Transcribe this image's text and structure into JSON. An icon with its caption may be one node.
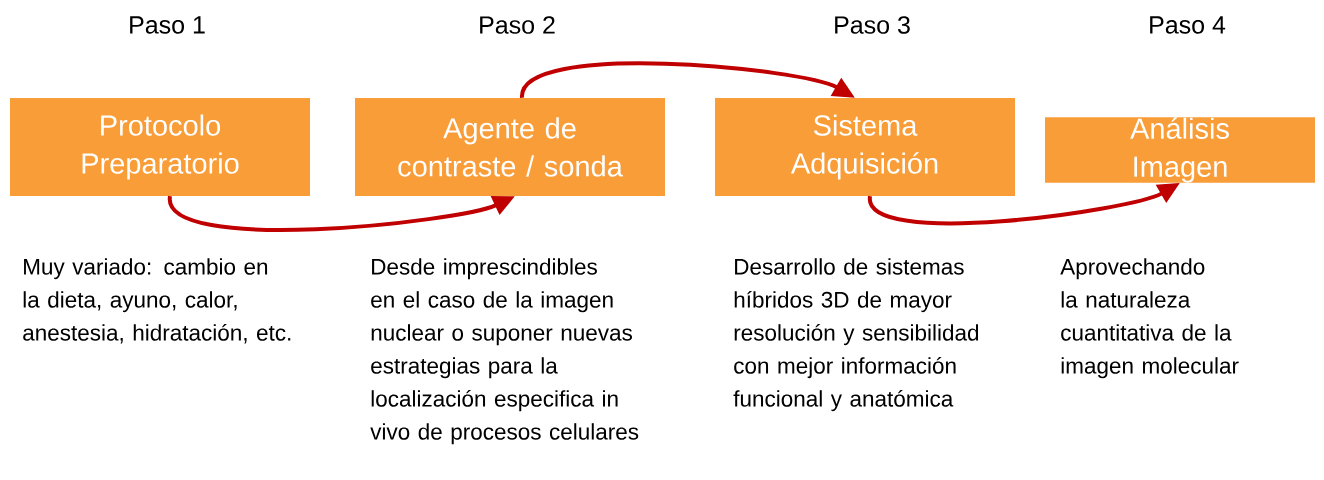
{
  "diagram": {
    "nodes": [
      {
        "text": [
          "Paso 1",
          "Protocolo Preparatorio"
        ],
        "beside": [
          "Muy variado: cambio en la dieta, ayuno, calor, anestesia, hidratación, etc."
        ]
      },
      {
        "text": [
          "Paso 2",
          "Agente de contraste / sonda"
        ],
        "beside": [
          "Desde imprescindibles en el caso de la imagen nuclear o suponer nuevas estrategias para la localización especifica in vivo de procesos celulares"
        ]
      },
      {
        "text": [
          "Paso 3",
          "Sistema Adquisición"
        ],
        "beside": [
          "Desarrollo de sistemas híbridos 3D de mayor resolución y sensibilidad con mejor información funcional y anatómica"
        ]
      },
      {
        "text": [
          "Paso 4",
          "Análisis Imagen"
        ],
        "beside": [
          "Aprovechando la naturaleza cuantitativa de la imagen molecular"
        ]
      }
    ],
    "edges": [
      {
        "from": 0,
        "to": 1,
        "arrow": "to"
      },
      {
        "from": 1,
        "to": 2,
        "arrow": "to"
      },
      {
        "from": 2,
        "to": 3,
        "arrow": "to"
      }
    ]
  }
}
